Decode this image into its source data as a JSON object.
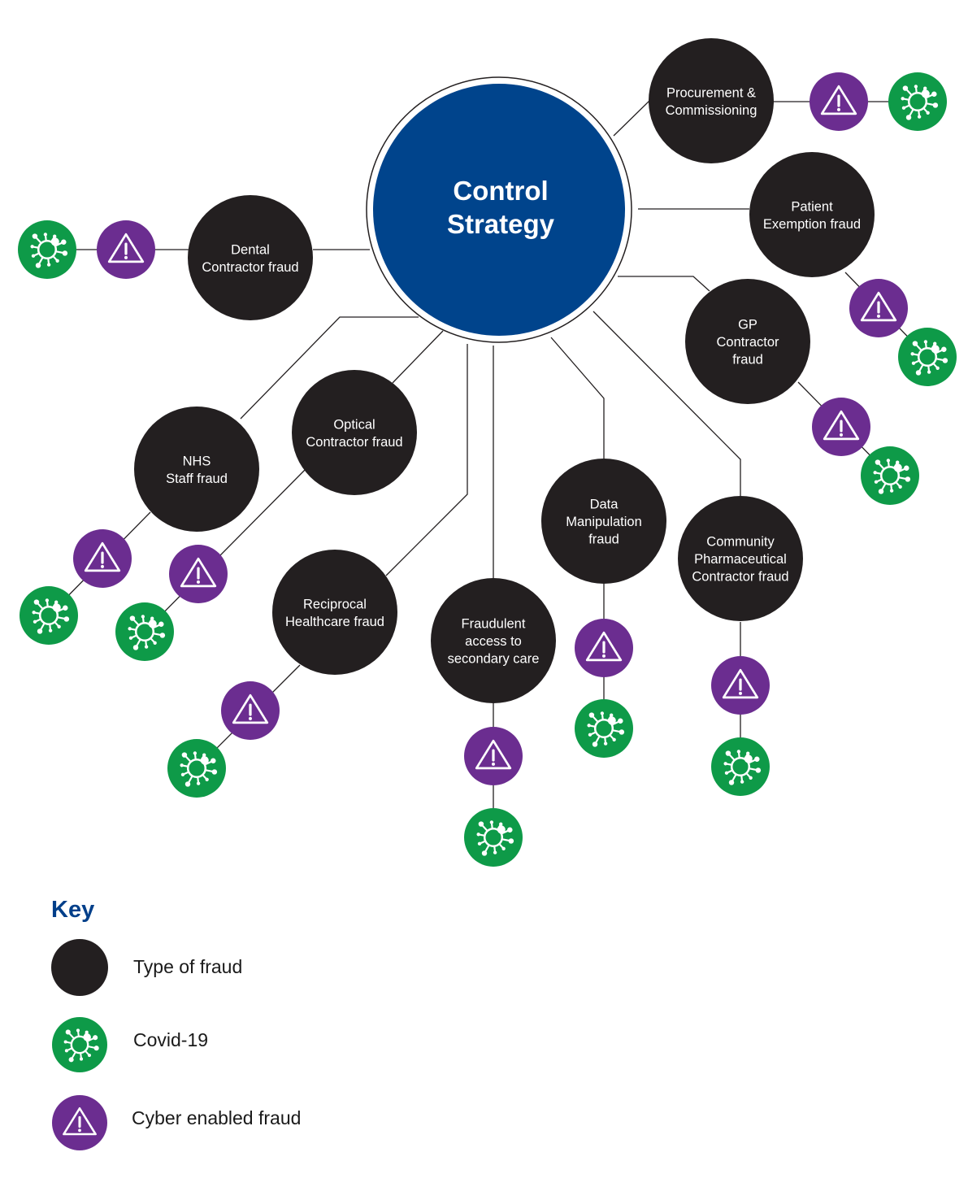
{
  "colors": {
    "fraud": "#231f20",
    "covid": "#0e9a48",
    "cyber": "#6b2d90",
    "center": "#00448c",
    "line": "#231f20",
    "key_title": "#003f8a"
  },
  "center": {
    "lines": [
      "Control",
      "Strategy"
    ]
  },
  "fraud_types": [
    {
      "id": "procurement",
      "lines": [
        "Procurement &",
        "Commissioning"
      ]
    },
    {
      "id": "patient-exemption",
      "lines": [
        "Patient",
        "Exemption fraud"
      ]
    },
    {
      "id": "gp-contractor",
      "lines": [
        "GP",
        "Contractor",
        "fraud"
      ]
    },
    {
      "id": "dental",
      "lines": [
        "Dental",
        "Contractor fraud"
      ]
    },
    {
      "id": "optical",
      "lines": [
        "Optical",
        "Contractor fraud"
      ]
    },
    {
      "id": "nhs-staff",
      "lines": [
        "NHS",
        "Staff fraud"
      ]
    },
    {
      "id": "reciprocal",
      "lines": [
        "Reciprocal",
        "Healthcare fraud"
      ]
    },
    {
      "id": "fraudulent-access",
      "lines": [
        "Fraudulent",
        "access to",
        "secondary care"
      ]
    },
    {
      "id": "data-manipulation",
      "lines": [
        "Data",
        "Manipulation",
        "fraud"
      ]
    },
    {
      "id": "community-pharma",
      "lines": [
        "Community",
        "Pharmaceutical",
        "Contractor fraud"
      ]
    }
  ],
  "icons": {
    "covid": "virus-icon",
    "cyber": "warning-triangle-icon"
  },
  "key": {
    "title": "Key",
    "items": [
      {
        "type": "fraud",
        "label": "Type of fraud"
      },
      {
        "type": "covid",
        "label": "Covid-19"
      },
      {
        "type": "cyber",
        "label": "Cyber enabled fraud"
      }
    ]
  }
}
